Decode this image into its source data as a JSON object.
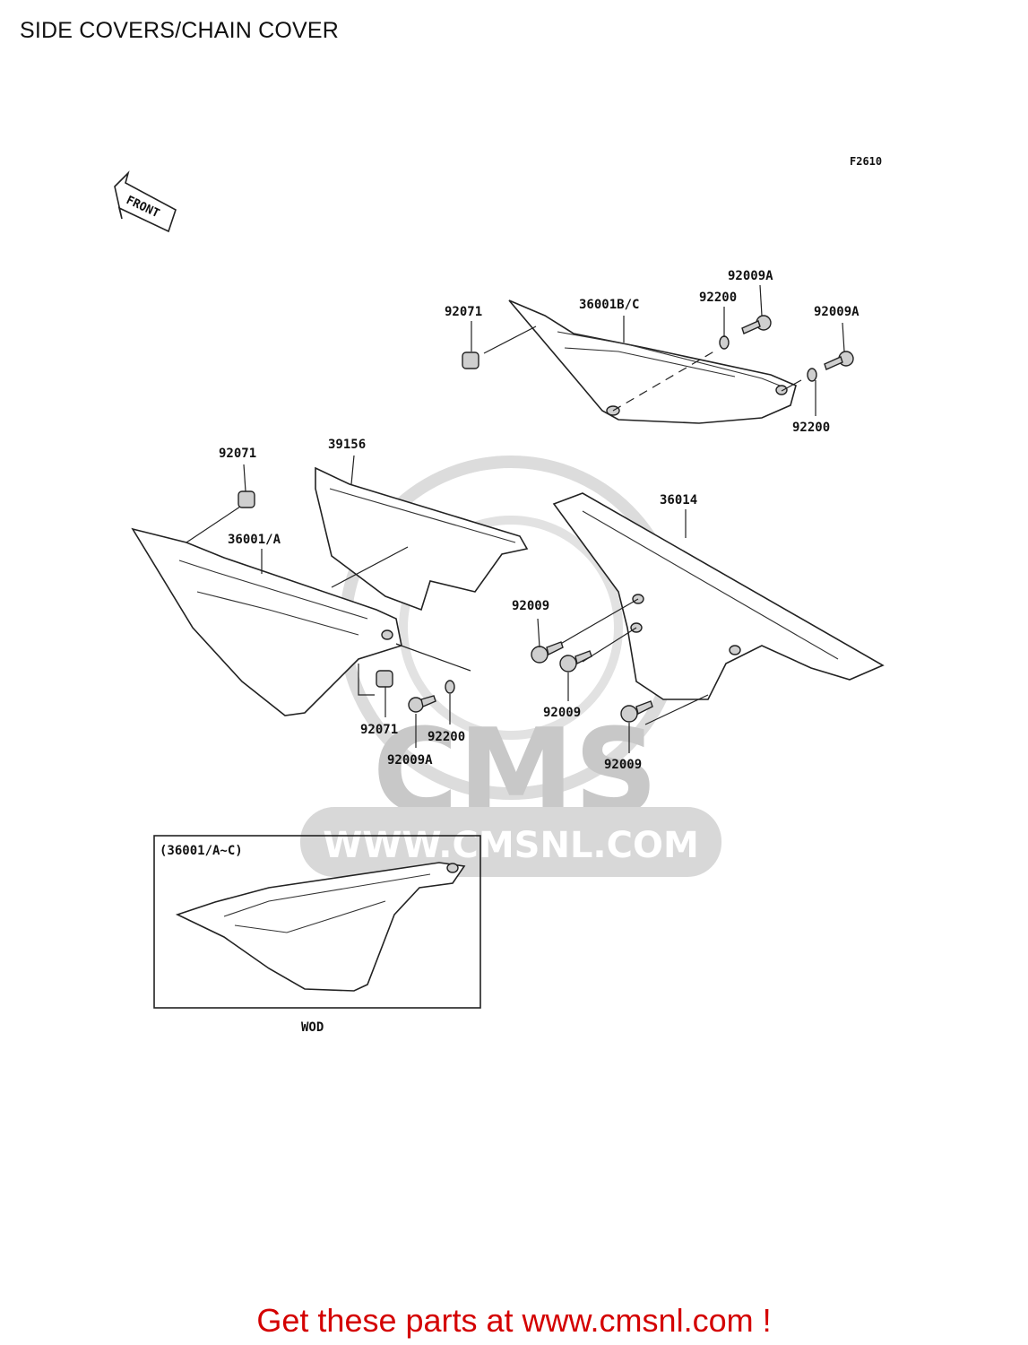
{
  "title": "SIDE COVERS/CHAIN COVER",
  "figure_code": "F2610",
  "front_arrow_text": "FRONT",
  "watermark": {
    "logo_text": "CMS",
    "url_text": "WWW.CMSNL.COM"
  },
  "callouts": {
    "p92009A_top1": "92009A",
    "p92009A_top2": "92009A",
    "p92200_top": "92200",
    "p36001BC": "36001B/C",
    "p92071_top": "92071",
    "p92200_right": "92200",
    "p92071_left": "92071",
    "p39156": "39156",
    "p36014": "36014",
    "p36001A": "36001/A",
    "p92009_mid1": "92009",
    "p92009_mid2": "92009",
    "p92009_low": "92009",
    "p92071_bottom": "92071",
    "p92200_bottom": "92200",
    "p92009A_bottom": "92009A"
  },
  "inset": {
    "label": "(36001/A~C)",
    "caption": "WOD"
  },
  "cta": "Get these parts at www.cmsnl.com !"
}
